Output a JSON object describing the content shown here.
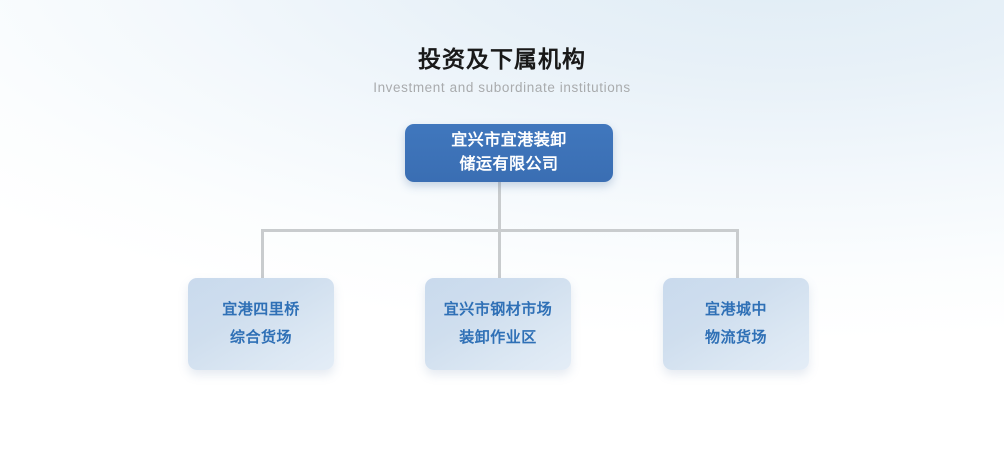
{
  "page": {
    "background_top": "#e8f1f8",
    "background_bottom": "#ffffff"
  },
  "heading": {
    "title_cn": "投资及下属机构",
    "title_en": "Investment and subordinate institutions",
    "title_color": "#191919",
    "subtitle_color": "#a9abad"
  },
  "org_chart": {
    "connector_color": "#c9ccce",
    "root": {
      "line1": "宜兴市宜港装卸",
      "line2": "储运有限公司",
      "background": "#3d74ba",
      "text_color": "#ffffff"
    },
    "children": [
      {
        "line1": "宜港四里桥",
        "line2": "综合货场",
        "background": "#ccdced",
        "text_color": "#2f70b6"
      },
      {
        "line1": "宜兴市钢材市场",
        "line2": "装卸作业区",
        "background": "#ccdced",
        "text_color": "#2f70b6"
      },
      {
        "line1": "宜港城中",
        "line2": "物流货场",
        "background": "#ccdced",
        "text_color": "#2f70b6"
      }
    ]
  }
}
